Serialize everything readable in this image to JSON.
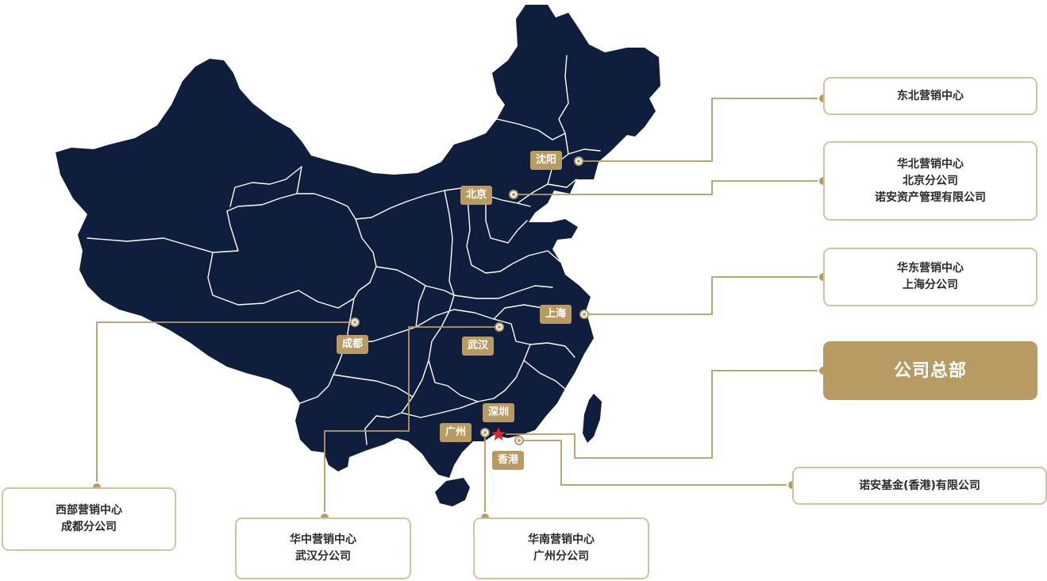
{
  "map": {
    "colors": {
      "land": "#0f1e3d",
      "borders": "#ffffff",
      "accent": "#b89a63",
      "box_border": "#d5c29d"
    },
    "hq_marker": "red-star-icon"
  },
  "cities": {
    "shenyang": "沈阳",
    "beijing": "北京",
    "shanghai": "上海",
    "chengdu": "成都",
    "wuhan": "武汉",
    "shenzhen": "深圳",
    "guangzhou": "广州",
    "hongkong": "香港"
  },
  "offices": {
    "northeast": {
      "line1": "东北营销中心"
    },
    "north": {
      "line1": "华北营销中心",
      "line2": "北京分公司",
      "line3": "诺安资产管理有限公司"
    },
    "east": {
      "line1": "华东营销中心",
      "line2": "上海分公司"
    },
    "hq": {
      "line1": "公司总部"
    },
    "hongkong": {
      "line1": "诺安基金(香港)有限公司"
    },
    "west": {
      "line1": "西部营销中心",
      "line2": "成都分公司"
    },
    "central": {
      "line1": "华中营销中心",
      "line2": "武汉分公司"
    },
    "south": {
      "line1": "华南营销中心",
      "line2": "广州分公司"
    }
  }
}
